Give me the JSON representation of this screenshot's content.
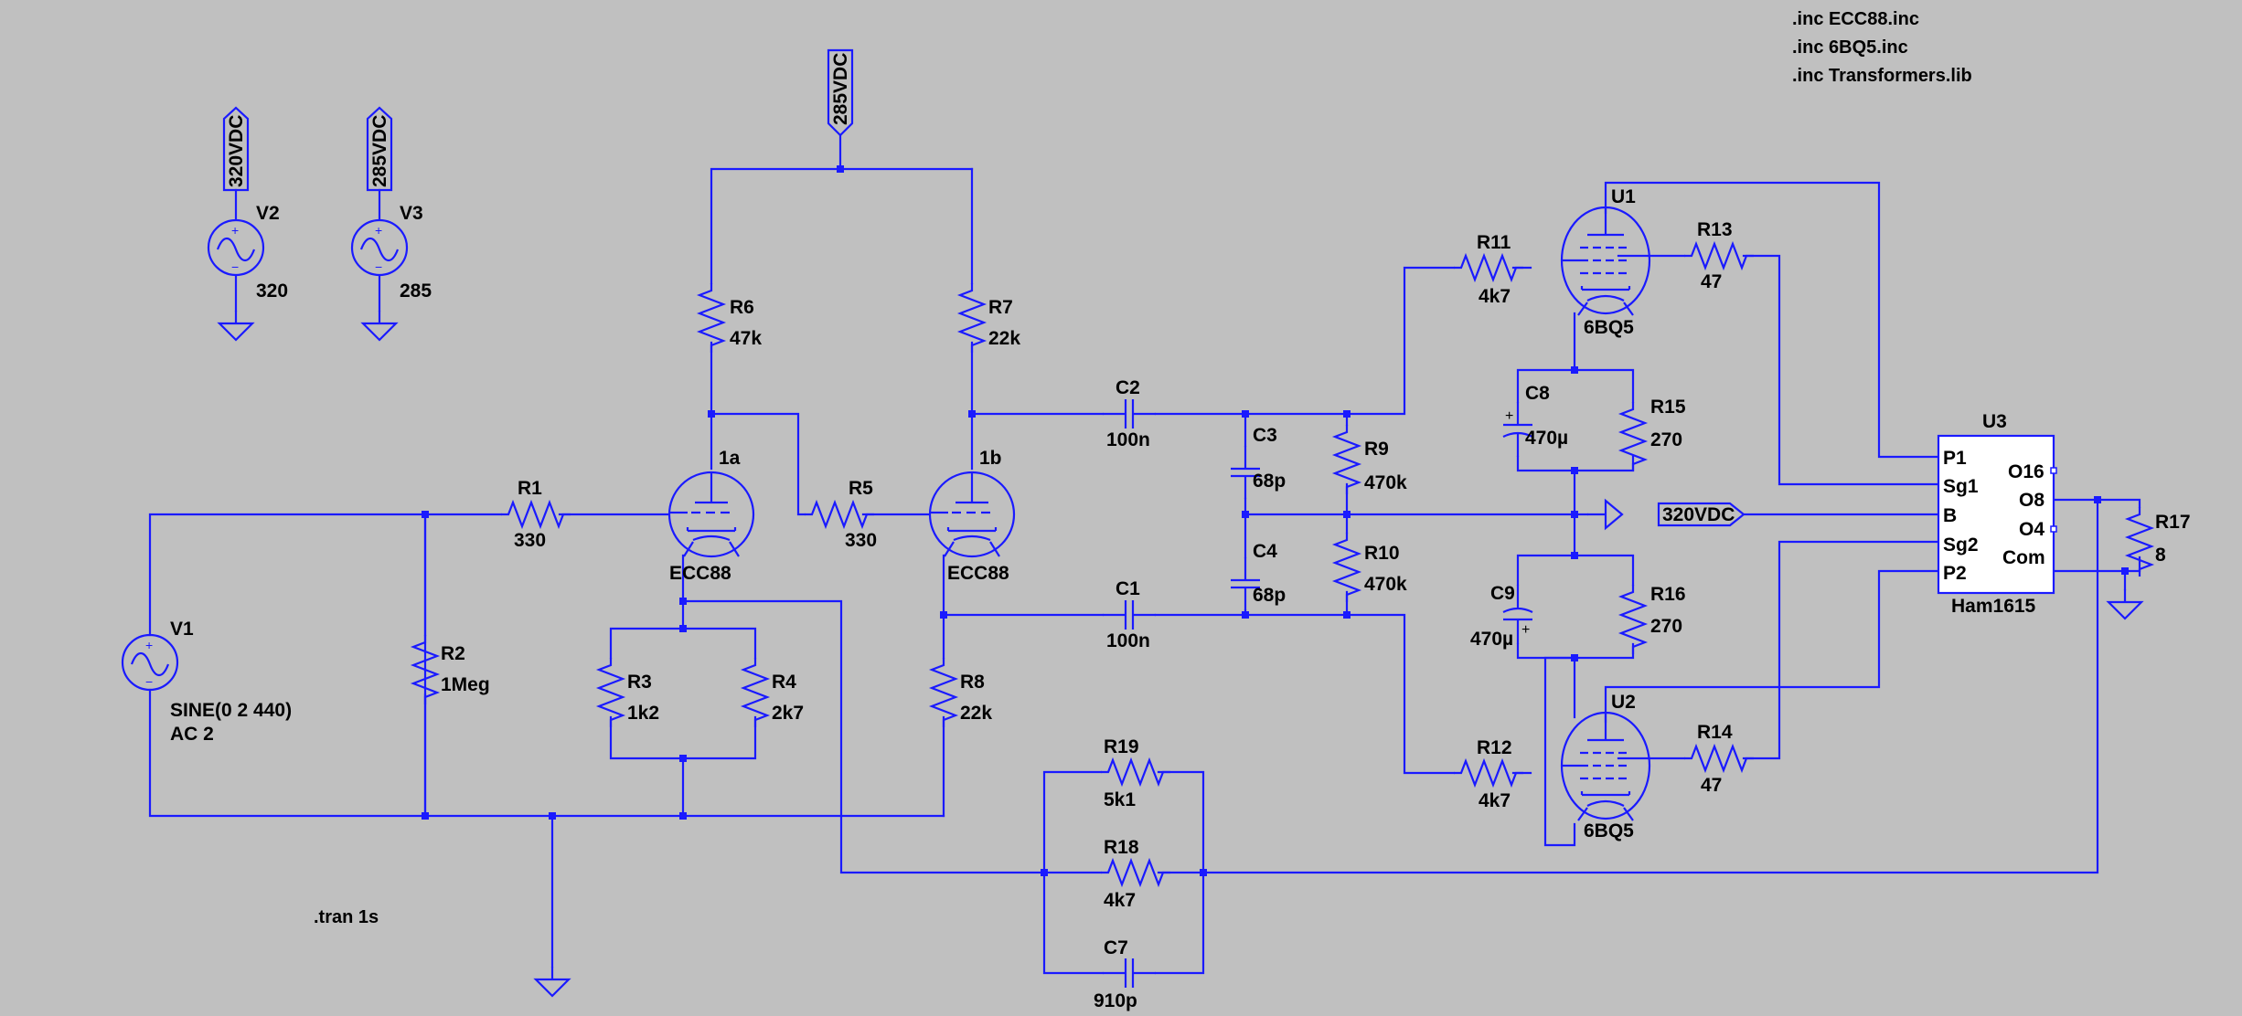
{
  "directives": {
    "inc1": ".inc ECC88.inc",
    "inc2": ".inc 6BQ5.inc",
    "inc3": ".inc Transformers.lib",
    "tran": ".tran 1s"
  },
  "nets": {
    "v320_top": "320VDC",
    "v285_top": "285VDC",
    "v285_center": "285VDC",
    "v320_right": "320VDC"
  },
  "sources": {
    "V1": {
      "name": "V1",
      "value": "SINE(0 2 440)",
      "ac": "AC 2"
    },
    "V2": {
      "name": "V2",
      "value": "320"
    },
    "V3": {
      "name": "V3",
      "value": "285"
    }
  },
  "resistors": {
    "R1": {
      "name": "R1",
      "value": "330"
    },
    "R2": {
      "name": "R2",
      "value": "1Meg"
    },
    "R3": {
      "name": "R3",
      "value": "1k2"
    },
    "R4": {
      "name": "R4",
      "value": "2k7"
    },
    "R5": {
      "name": "R5",
      "value": "330"
    },
    "R6": {
      "name": "R6",
      "value": "47k"
    },
    "R7": {
      "name": "R7",
      "value": "22k"
    },
    "R8": {
      "name": "R8",
      "value": "22k"
    },
    "R9": {
      "name": "R9",
      "value": "470k"
    },
    "R10": {
      "name": "R10",
      "value": "470k"
    },
    "R11": {
      "name": "R11",
      "value": "4k7"
    },
    "R12": {
      "name": "R12",
      "value": "4k7"
    },
    "R13": {
      "name": "R13",
      "value": "47"
    },
    "R14": {
      "name": "R14",
      "value": "47"
    },
    "R15": {
      "name": "R15",
      "value": "270"
    },
    "R16": {
      "name": "R16",
      "value": "270"
    },
    "R17": {
      "name": "R17",
      "value": "8"
    },
    "R18": {
      "name": "R18",
      "value": "4k7"
    },
    "R19": {
      "name": "R19",
      "value": "5k1"
    }
  },
  "capacitors": {
    "C1": {
      "name": "C1",
      "value": "100n"
    },
    "C2": {
      "name": "C2",
      "value": "100n"
    },
    "C3": {
      "name": "C3",
      "value": "68p"
    },
    "C4": {
      "name": "C4",
      "value": "68p"
    },
    "C7": {
      "name": "C7",
      "value": "910p"
    },
    "C8": {
      "name": "C8",
      "value": "470µ"
    },
    "C9": {
      "name": "C9",
      "value": "470µ"
    }
  },
  "tubes": {
    "t1a": {
      "name": "1a",
      "type": "ECC88"
    },
    "t1b": {
      "name": "1b",
      "type": "ECC88"
    },
    "U1": {
      "name": "U1",
      "type": "6BQ5"
    },
    "U2": {
      "name": "U2",
      "type": "6BQ5"
    }
  },
  "transformer": {
    "name": "U3",
    "type": "Ham1615",
    "pins": {
      "p1": "P1",
      "sg1": "Sg1",
      "b": "B",
      "sg2": "Sg2",
      "p2": "P2",
      "o16": "O16",
      "o8": "O8",
      "o4": "O4",
      "com": "Com"
    }
  },
  "colors": {
    "background": "#c0c0c0",
    "wire": "#1a1aff",
    "text": "#000000"
  }
}
